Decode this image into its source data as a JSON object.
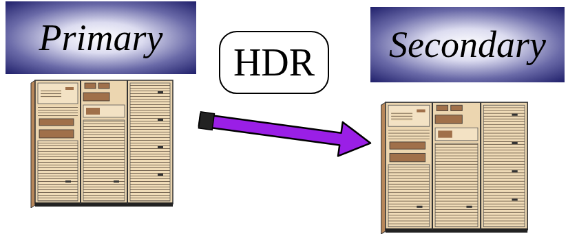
{
  "diagram": {
    "nodes": [
      {
        "text": [
          "Primary"
        ]
      },
      {
        "text": [
          "HDR"
        ]
      },
      {
        "text": [
          "Secondary"
        ]
      }
    ],
    "edges": [
      {
        "from": 0,
        "to": 2,
        "arrow": "to"
      }
    ]
  }
}
